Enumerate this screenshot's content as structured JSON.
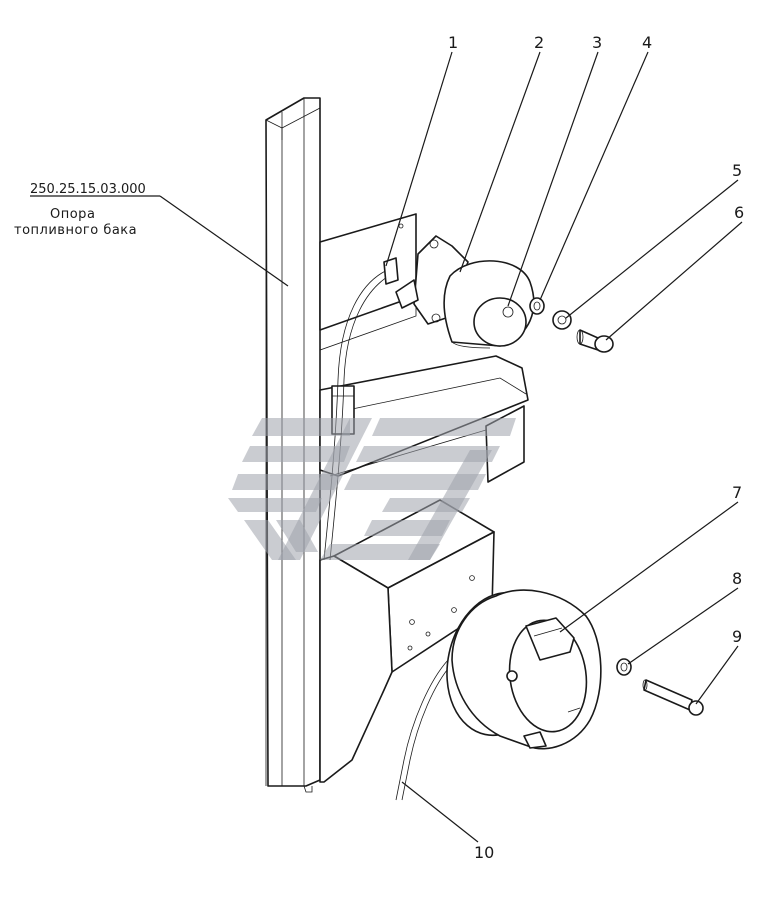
{
  "assembly": {
    "part_number": "250.25.15.03.000",
    "caption_line1": "Опора",
    "caption_line2": "топливного бака"
  },
  "callouts": [
    "1",
    "2",
    "3",
    "4",
    "5",
    "6",
    "7",
    "8",
    "9",
    "10"
  ]
}
